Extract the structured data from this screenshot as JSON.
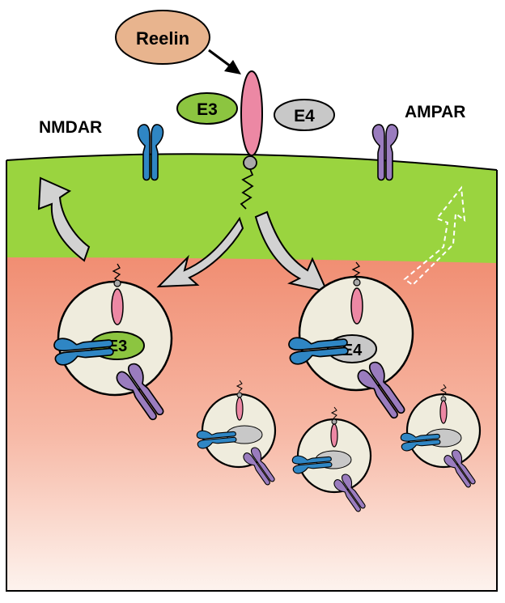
{
  "labels": {
    "reelin": "Reelin",
    "e3": "E3",
    "e4": "E4",
    "nmdar": "NMDAR",
    "ampar": "AMPAR",
    "vesicle_e3": "E3",
    "vesicle_e4": "E4"
  },
  "colors": {
    "reelin_fill": "#e8b48e",
    "e3_fill": "#8cc540",
    "e4_fill": "#c8c8c8",
    "membrane_green": "#9ad43f",
    "cytoplasm_top": "#f08a6e",
    "cytoplasm_bottom": "#fdf0ea",
    "receptor_pink": "#ec88a4",
    "nmdar_blue": "#2f86c4",
    "ampar_purple": "#9a7cbe",
    "vesicle_fill": "#efecdd",
    "arrow_gray": "#d2d2d2"
  },
  "icons": {
    "nmdar": "nmdar-receptor-icon",
    "ampar": "ampar-receptor-icon",
    "reelin_receptor": "reelin-receptor-icon"
  }
}
